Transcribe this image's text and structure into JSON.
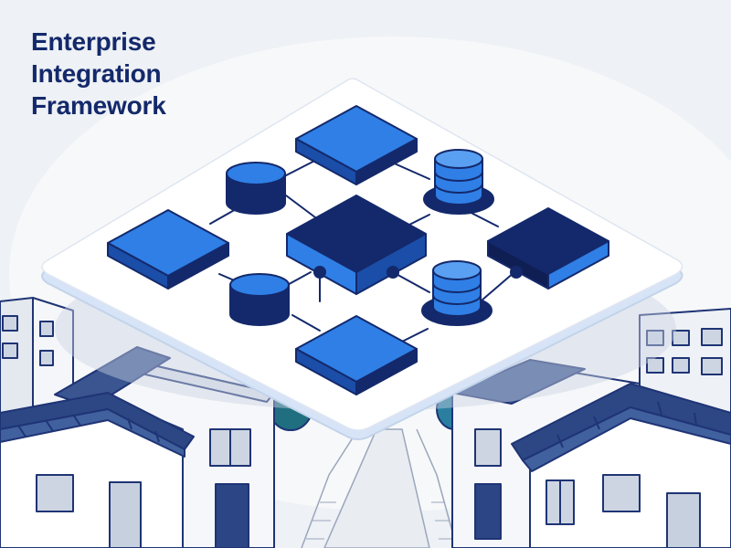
{
  "heading": {
    "lines": [
      "Enterprise",
      "Integration",
      "Framework"
    ]
  },
  "palette": {
    "navy": "#14296b",
    "blue": "#2f7fe6",
    "light_blue": "#5aa0f2",
    "platform": "#ffffff",
    "background": "#eef1f5"
  },
  "icons": {
    "flat_node": "square-node-icon",
    "central_node": "hub-node-icon",
    "round_node": "cylinder-node-icon",
    "stacked_node": "database-icon",
    "port": "connector-dot-icon"
  }
}
